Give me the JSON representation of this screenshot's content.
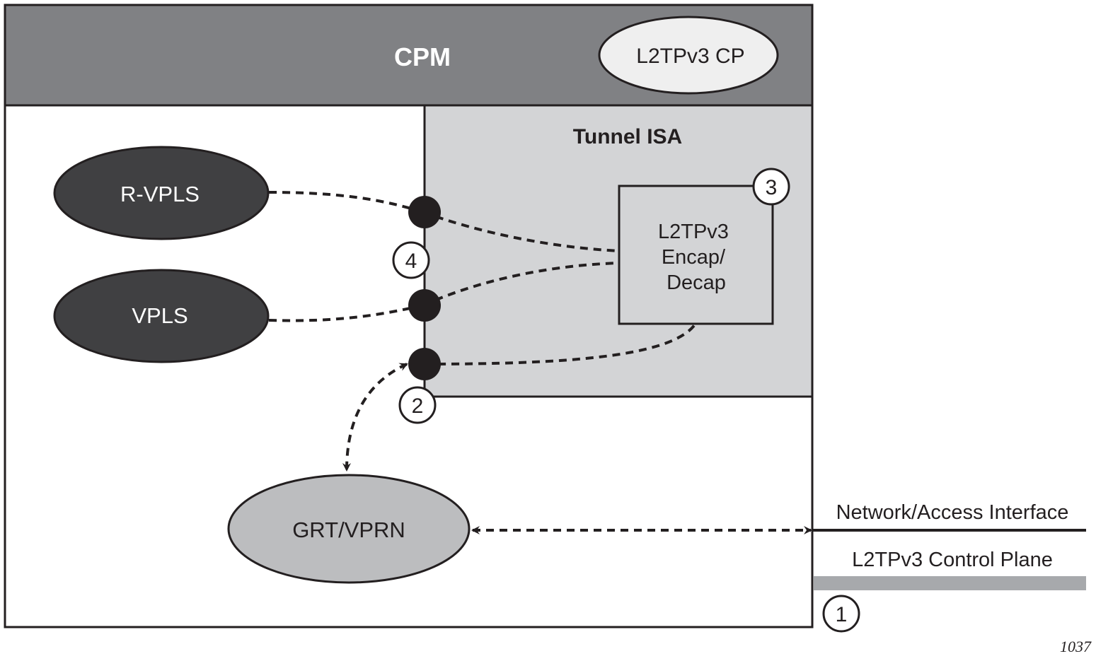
{
  "cpm": {
    "label": "CPM",
    "fill": "#808184"
  },
  "l2tpv3_cp": {
    "label": "L2TPv3 CP",
    "fill": "#efefef"
  },
  "tunnel_isa": {
    "label": "Tunnel ISA",
    "fill": "#d3d4d6"
  },
  "encap_box": {
    "lines": [
      "L2TPv3",
      "Encap/",
      "Decap"
    ]
  },
  "services": {
    "r_vpls": {
      "label": "R-VPLS",
      "fill": "#404042"
    },
    "vpls": {
      "label": "VPLS",
      "fill": "#404042"
    },
    "grt_vprn": {
      "label": "GRT/VPRN",
      "fill": "#bcbdbf"
    }
  },
  "callouts": {
    "one": "1",
    "two": "2",
    "three": "3",
    "four": "4"
  },
  "legend": {
    "network_access": "Network/Access Interface",
    "control_plane": "L2TPv3 Control Plane",
    "control_plane_color": "#a7a9ac"
  },
  "figure_id": "1037"
}
